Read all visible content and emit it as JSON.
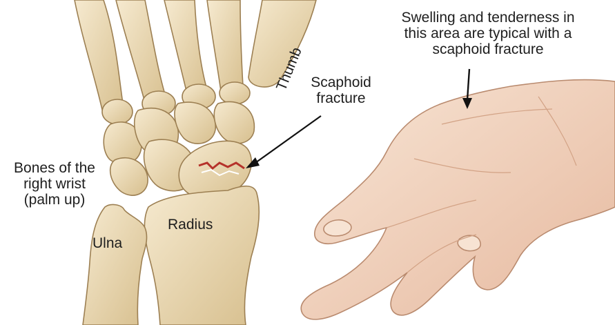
{
  "labels": {
    "bones_line1": "Bones of the",
    "bones_line2": "right wrist",
    "bones_line3": "(palm up)",
    "scaphoid_line1": "Scaphoid",
    "scaphoid_line2": "fracture",
    "thumb": "Thumb",
    "radius": "Radius",
    "ulna": "Ulna",
    "swelling_line1": "Swelling and tenderness in",
    "swelling_line2": "this area are typical with a",
    "swelling_line3": "scaphoid fracture"
  },
  "colors": {
    "bone": "#ecdcb4",
    "bone_shade": "#c9ad7a",
    "skin": "#f4dcc6",
    "skin_shade": "#d9a98c",
    "fracture": "#b5322a",
    "text": "#1e1e1e"
  }
}
